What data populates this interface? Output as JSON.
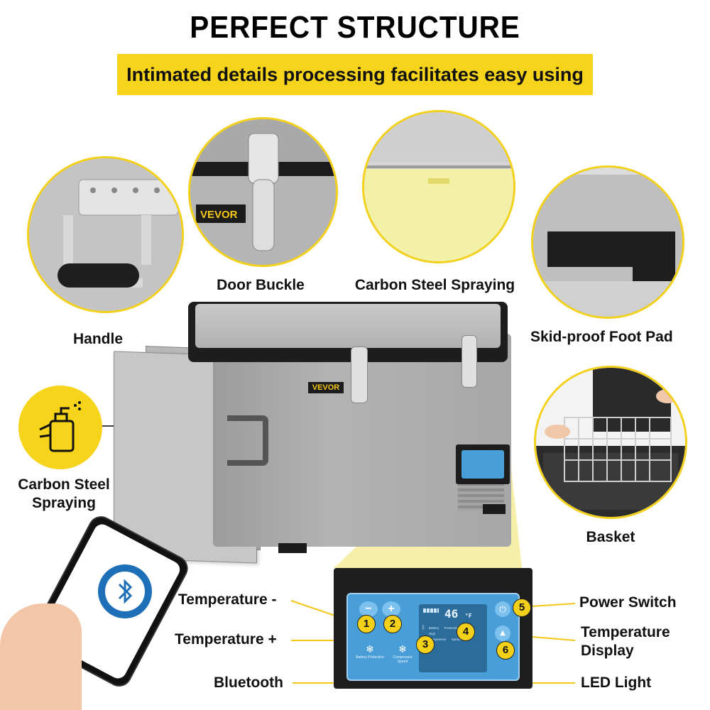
{
  "header": {
    "title": "PERFECT STRUCTURE",
    "subtitle": "Intimated details processing facilitates easy using"
  },
  "brand": {
    "name": "VEVOR"
  },
  "features": {
    "handle": "Handle",
    "door_buckle": "Door Buckle",
    "carbon_steel_spraying_top": "Carbon Steel Spraying",
    "skid_proof_foot_pad": "Skid-proof Foot Pad",
    "carbon_steel_spraying_side_line1": "Carbon Steel",
    "carbon_steel_spraying_side_line2": "Spraying",
    "basket": "Basket"
  },
  "control_panel": {
    "labels": {
      "temperature_minus": "Temperature -",
      "temperature_plus": "Temperature +",
      "bluetooth": "Bluetooth",
      "power_switch": "Power Switch",
      "temperature_display_line1": "Temperature",
      "temperature_display_line2": "Display",
      "led_light": "LED Light"
    },
    "numbers": [
      "1",
      "2",
      "3",
      "4",
      "5",
      "6"
    ],
    "display_reading": "46",
    "display_unit": "°F",
    "minus_symbol": "−",
    "plus_symbol": "+",
    "small_labels": {
      "battery_protection": "Battery Protection",
      "compressor_speed": "Compressor Speed",
      "battery": "Battery",
      "protection": "Protection",
      "high": "High",
      "compressor": "Compressor",
      "speed": "Speed",
      "max": "Max"
    }
  },
  "colors": {
    "accent": "#f6d41c",
    "fridge_body": "#a8a8a8",
    "fridge_lid": "#1c1c1c",
    "panel_screen": "#4a9ed8",
    "bluetooth_ring": "#1d6fb8"
  },
  "icons": {
    "spray": "spray-can-icon",
    "bluetooth": "bluetooth-icon",
    "power": "power-icon",
    "snowflake": "snowflake-icon"
  }
}
